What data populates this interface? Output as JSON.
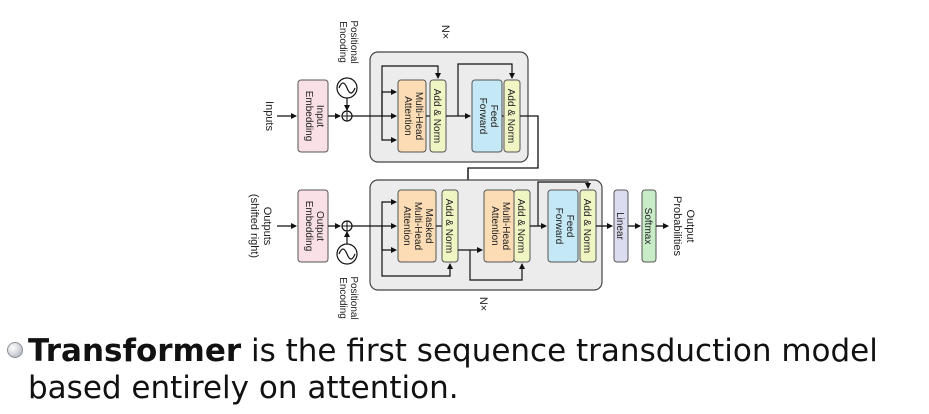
{
  "diagram": {
    "encoder": {
      "inputs_label": "Inputs",
      "embedding_label": [
        "Input",
        "Embedding"
      ],
      "positional_label": [
        "Positional",
        "Encoding"
      ],
      "attention_label": [
        "Multi-Head",
        "Attention"
      ],
      "add_norm_1": "Add & Norm",
      "feed_forward_label": [
        "Feed",
        "Forward"
      ],
      "add_norm_2": "Add & Norm",
      "nx_label": "N×"
    },
    "decoder": {
      "outputs_label": [
        "Outputs",
        "(shifted right)"
      ],
      "embedding_label": [
        "Output",
        "Embedding"
      ],
      "positional_label": [
        "Positional",
        "Encoding"
      ],
      "masked_attention_label": [
        "Masked",
        "Multi-Head",
        "Attention"
      ],
      "add_norm_1": "Add & Norm",
      "cross_attention_label": [
        "Multi-Head",
        "Attention"
      ],
      "add_norm_2": "Add & Norm",
      "feed_forward_label": [
        "Feed",
        "Forward"
      ],
      "add_norm_3": "Add & Norm",
      "nx_label": "N×"
    },
    "linear_label": "Linear",
    "softmax_label": "Softmax",
    "output_probs_label": [
      "Output",
      "Probabilities"
    ],
    "colors": {
      "embedding": "#f9e0e6",
      "attention": "#fcdcb4",
      "add_norm": "#f0f5c4",
      "feed_forward": "#c4e8f5",
      "linear": "#dcdcf0",
      "softmax": "#c8ecc8",
      "stack_bg": "#ececec"
    }
  },
  "caption": {
    "bold": "Transformer",
    "rest": " is the first sequence transduction model based entirely on attention."
  }
}
